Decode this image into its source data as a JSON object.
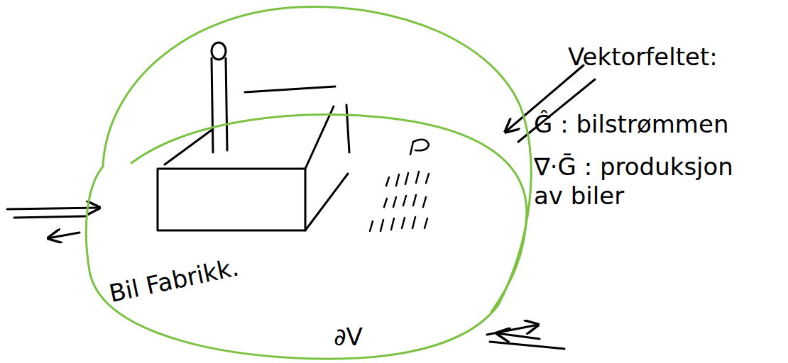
{
  "diagram": {
    "nodes": [
      {
        "text": [
          "Bil Fabrikk.",
          "∂V"
        ]
      }
    ],
    "labels": [
      "Vektorfeltet:",
      "Ĝ : bilstrømmen",
      "∇·Ḡ : produksjon av biler"
    ]
  }
}
